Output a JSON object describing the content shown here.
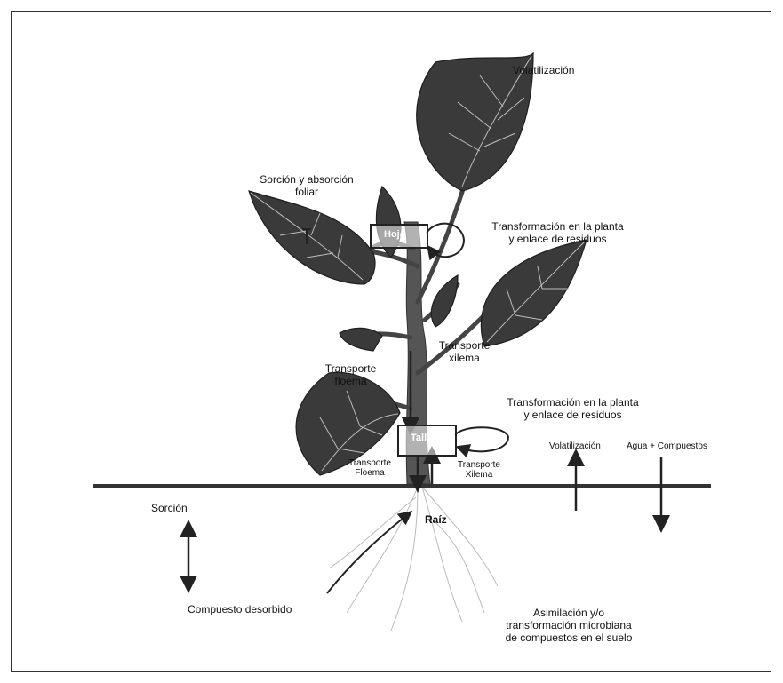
{
  "labels": {
    "volatilizacion_top": "Volatilización",
    "sorcion_foliar": "Sorción y absorción\nfoliar",
    "hoja": "Hoja",
    "transformacion_top": "Transformación en la planta\ny enlace de residuos",
    "transporte_xilema_mid": "Transporte\nxilema",
    "transporte_floema_mid": "Transporte\nfloema",
    "transformacion_bottom": "Transformación en la planta\ny enlace de residuos",
    "tallo": "Tallo",
    "transporte_floema_low": "Transporte\nFloema",
    "transporte_xilema_low": "Transporte\nXilema",
    "volatilizacion_right": "Volatilización",
    "agua_compuestos": "Agua + Compuestos",
    "sorcion": "Sorción",
    "raiz": "Raíz",
    "compuesto_desorbido": "Compuesto desorbido",
    "asimilacion": "Asimilación y/o\ntransformación microbiana\nde compuestos en el suelo"
  },
  "colors": {
    "leaf": "#3a3a3a",
    "leaf_vein": "#bdbdbd",
    "ink": "#222222"
  }
}
